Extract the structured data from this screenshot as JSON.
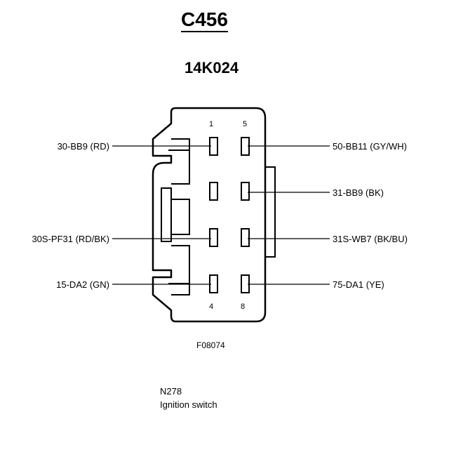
{
  "header": {
    "connector_id": "C456",
    "part_number": "14K024"
  },
  "pins": {
    "top_left": "1",
    "top_right": "5",
    "bottom_left": "4",
    "bottom_right": "8"
  },
  "wires": {
    "left": [
      "30-BB9 (RD)",
      "30S-PF31 (RD/BK)",
      "15-DA2 (GN)"
    ],
    "right": [
      "50-BB11 (GY/WH)",
      "31-BB9 (BK)",
      "31S-WB7 (BK/BU)",
      "75-DA1 (YE)"
    ]
  },
  "footer": {
    "figure_code": "F08074",
    "component_code": "N278",
    "component_name": "Ignition switch"
  }
}
